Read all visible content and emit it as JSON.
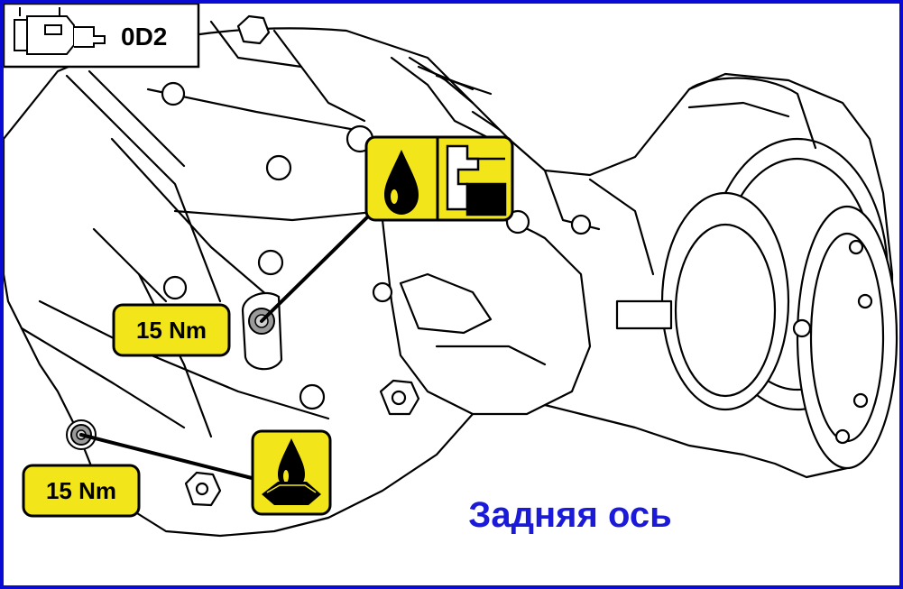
{
  "header_code": "0D2",
  "torque_upper": "15 Nm",
  "torque_lower": "15 Nm",
  "caption": "Задняя ось",
  "icons": {
    "transmission": "transmission-icon",
    "oil_fill": "oil-fill-icon",
    "oil_drain": "oil-drain-icon"
  },
  "colors": {
    "frame": "#0a0ad6",
    "caption": "#1a1ad8",
    "badge": "#f2e61a"
  }
}
